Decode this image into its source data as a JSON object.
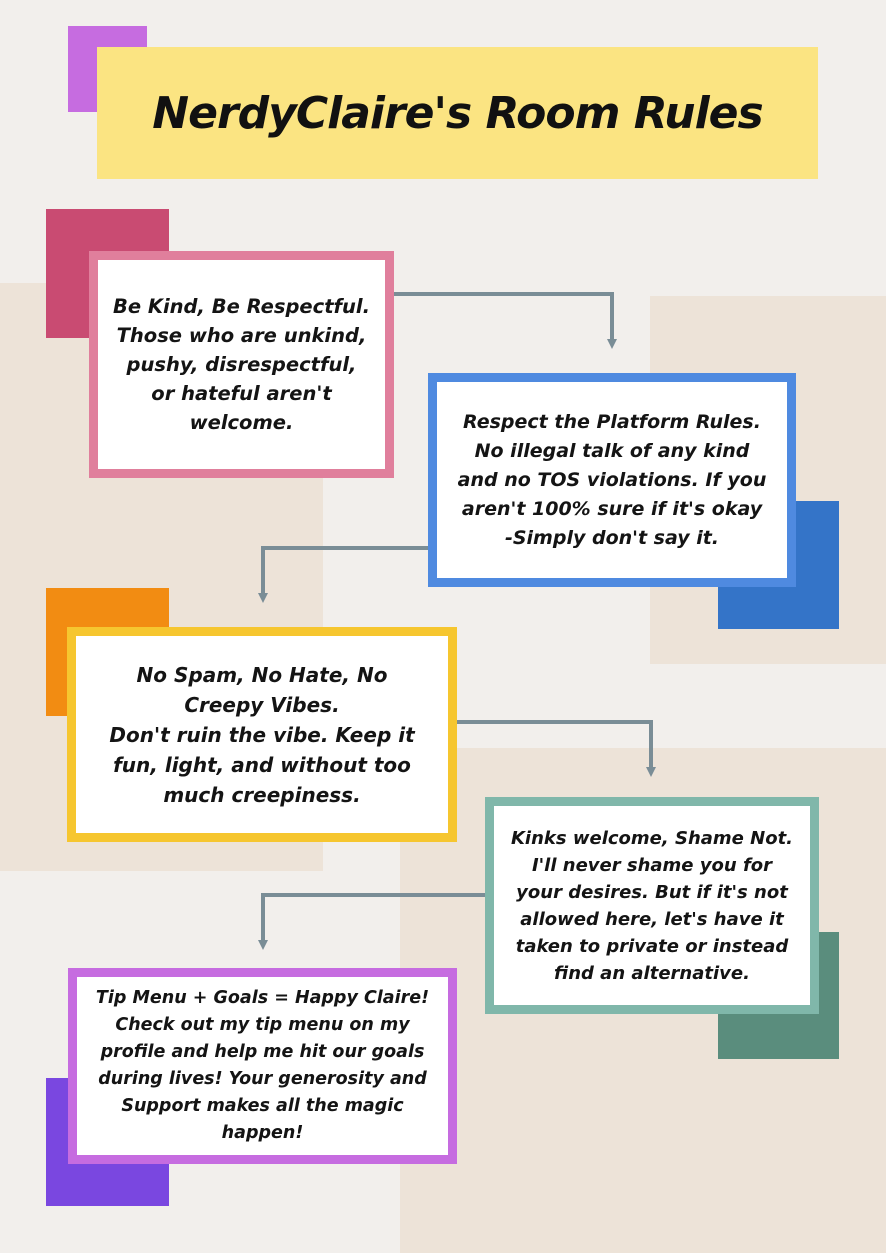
{
  "title": "NerdyClaire's Room Rules",
  "colors": {
    "background": "#f2efec",
    "beige": "#ede3d8",
    "title_fill": "#fbe482",
    "title_accent": "#c66ce0",
    "arrow": "#7a8d96"
  },
  "rules": [
    {
      "text": "Be Kind, Be Respectful.\nThose who are unkind,\npushy, disrespectful,\nor hateful aren't\nwelcome.",
      "border_color": "#e07f9c",
      "accent_color": "#c94b72"
    },
    {
      "text": "Respect the Platform Rules.\nNo illegal talk of any kind\nand no TOS violations. If you\naren't 100% sure if it's okay\n-Simply don't say it.",
      "border_color": "#4f8ae0",
      "accent_color": "#3474c8"
    },
    {
      "text": "No Spam, No Hate, No\nCreepy Vibes.\nDon't ruin the vibe. Keep it\nfun, light, and without too\nmuch creepiness.",
      "border_color": "#f6c62f",
      "accent_color": "#f28c12"
    },
    {
      "text": "Kinks welcome, Shame Not.\nI'll never shame you for\nyour desires. But if it's not\nallowed here, let's have it\ntaken to private or instead\nfind an alternative.",
      "border_color": "#80b7aa",
      "accent_color": "#5a8d7d"
    },
    {
      "text": "Tip Menu + Goals = Happy Claire!\nCheck out my tip menu on my\nprofile and help me hit our goals\nduring lives! Your generosity and\nSupport makes all the magic\nhappen!",
      "border_color": "#c66ce0",
      "accent_color": "#7a47e0"
    }
  ]
}
